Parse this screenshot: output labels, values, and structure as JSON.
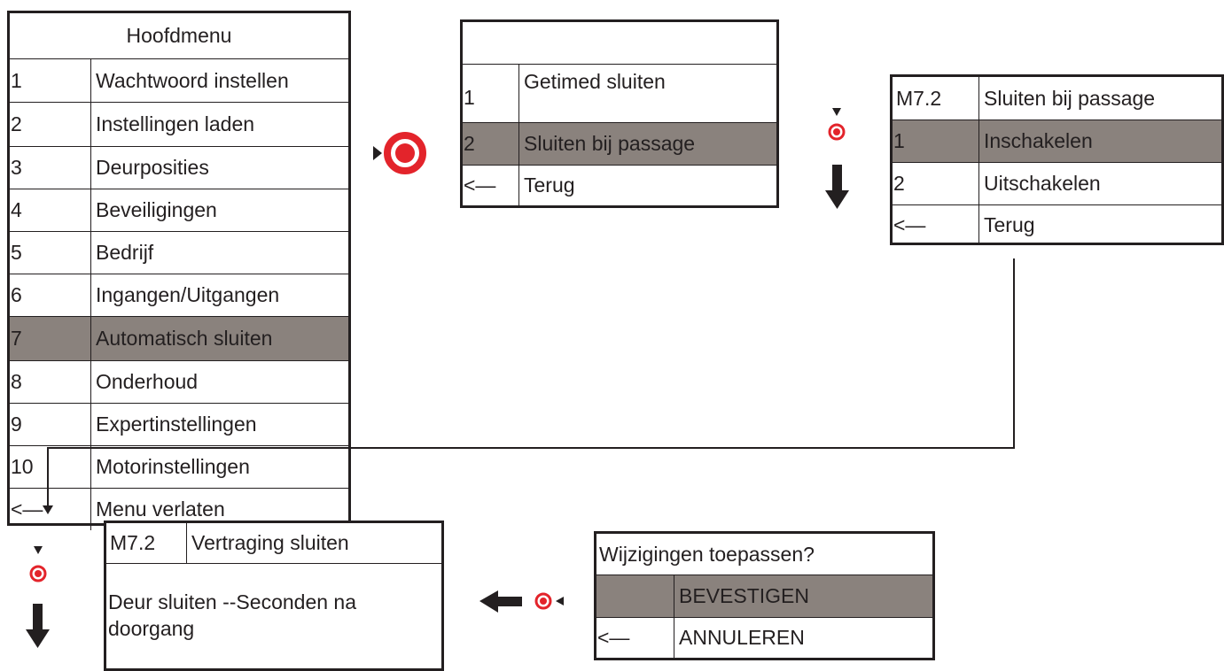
{
  "main_menu": {
    "title": "Hoofdmenu",
    "items": [
      {
        "num": "1",
        "label": "Wachtwoord instellen"
      },
      {
        "num": "2",
        "label": "Instellingen laden"
      },
      {
        "num": "3",
        "label": "Deurposities"
      },
      {
        "num": "4",
        "label": "Beveiligingen"
      },
      {
        "num": "5",
        "label": "Bedrijf"
      },
      {
        "num": "6",
        "label": "Ingangen/Uitgangen"
      },
      {
        "num": "7",
        "label": "Automatisch sluiten",
        "selected": true
      },
      {
        "num": "8",
        "label": "Onderhoud"
      },
      {
        "num": "9",
        "label": "Expertinstellingen"
      },
      {
        "num": "10",
        "label": "Motorinstellingen"
      },
      {
        "num": "<—",
        "label": "Menu verlaten"
      }
    ]
  },
  "submenu_auto_close": {
    "title": "",
    "items": [
      {
        "num": "1",
        "label": "Getimed sluiten"
      },
      {
        "num": "2",
        "label": "Sluiten bij passage",
        "selected": true
      },
      {
        "num": "<—",
        "label": "Terug"
      }
    ]
  },
  "menu_m72": {
    "code": "M7.2",
    "title": "Sluiten bij passage",
    "items": [
      {
        "num": "1",
        "label": "Inschakelen",
        "selected": true
      },
      {
        "num": "2",
        "label": "Uitschakelen"
      },
      {
        "num": "<—",
        "label": "Terug"
      }
    ]
  },
  "delay_screen": {
    "code": "M7.2",
    "title": "Vertraging sluiten",
    "line1": "Deur sluiten --Seconden na",
    "line2": "doorgang"
  },
  "confirm_dialog": {
    "question": "Wijzigingen toepassen?",
    "items": [
      {
        "num": "",
        "label": "BEVESTIGEN",
        "selected": true
      },
      {
        "num": "<—",
        "label": "ANNULEREN"
      }
    ]
  },
  "icons": {
    "select_button": "ok-button-icon",
    "arrow": "arrow-icon"
  },
  "colors": {
    "highlight": "#8a827d",
    "button_red": "#e3242b",
    "line": "#231f20"
  }
}
